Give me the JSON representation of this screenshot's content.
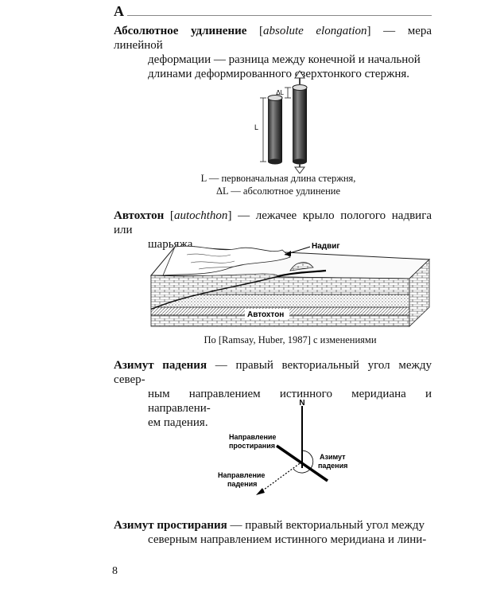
{
  "section_letter": "А",
  "entries": {
    "elongation": {
      "term": "Абсолютное удлинение",
      "english": "absolute elongation",
      "line1": "— мера линейной",
      "line2": "деформации — разница между конечной и начальной",
      "line3": "длинами деформированного сверхтонкого стержня."
    },
    "autochthon": {
      "term": "Автохтон",
      "english": "autochthon",
      "line1": "— лежачее крыло пологого надвига или",
      "line2": "шарьяжа."
    },
    "dip_azimuth": {
      "term": "Азимут падения",
      "line1": "— правый векториальный угол между север-",
      "line2": "ным направлением истинного меридиана и направлени-",
      "line3": "ем падения."
    },
    "strike_azimuth": {
      "term": "Азимут простирания",
      "line1": "— правый векториальный угол между",
      "line2": "северным направлением истинного меридиана и лини-"
    }
  },
  "figure1": {
    "label_L": "L",
    "label_dL": "ΔL",
    "caption_line1": "L — первоначальная длина стержня,",
    "caption_line2": "ΔL — абсолютное удлинение"
  },
  "figure2": {
    "label_thrust": "Надвиг",
    "label_autochthon": "Автохтон",
    "caption": "По [Ramsay, Huber, 1987] с изменениями"
  },
  "figure3": {
    "label_north": "N",
    "label_strike_1": "Направление",
    "label_strike_2": "простирания",
    "label_dip_1": "Направление",
    "label_dip_2": "падения",
    "label_azimuth_1": "Азимут",
    "label_azimuth_2": "падения"
  },
  "page_number": "8"
}
